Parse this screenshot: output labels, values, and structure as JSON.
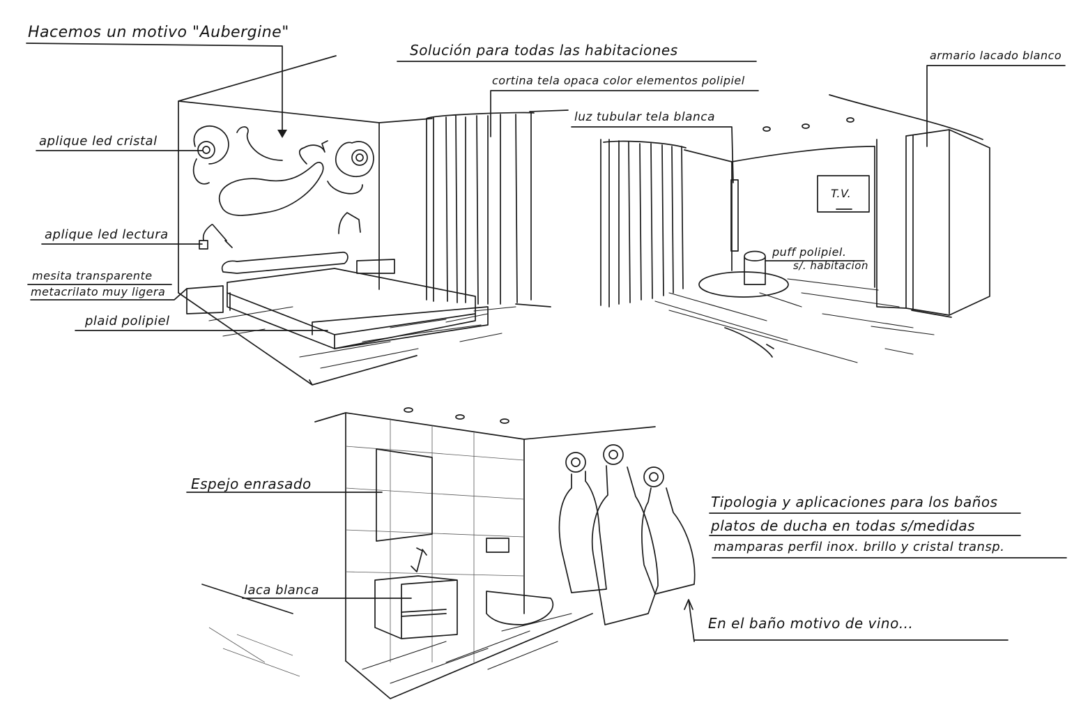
{
  "bedroom": {
    "title": "Hacemos un motivo \"Aubergine\"",
    "subtitle": "Solución para todas las habitaciones",
    "labels": {
      "aplique_cristal": "aplique led cristal",
      "aplique_lectura": "aplique led lectura",
      "mesita_1": "mesita transparente",
      "mesita_2": "metacrilato muy ligera",
      "plaid": "plaid polipiel",
      "cortina": "cortina tela opaca color elementos polipiel",
      "luz": "luz tubular tela blanca",
      "armario": "armario lacado blanco",
      "tv": "T.V.",
      "puff_1": "puff polipiel.",
      "puff_2": "s/. habitacion"
    }
  },
  "bathroom": {
    "labels": {
      "espejo": "Espejo enrasado",
      "laca": "laca blanca",
      "tipologia": "Tipologia y aplicaciones para los baños",
      "platos": "platos de ducha en todas s/medidas",
      "mamparas": "mamparas perfil inox. brillo y cristal transp.",
      "motivo_vino": "En el baño motivo de vino..."
    }
  },
  "colors": {
    "ink": "#1a1a1a",
    "paper": "#ffffff"
  },
  "icons": [
    "aubergine-motif-icon",
    "wine-bottle-icon",
    "reading-lamp-icon"
  ]
}
